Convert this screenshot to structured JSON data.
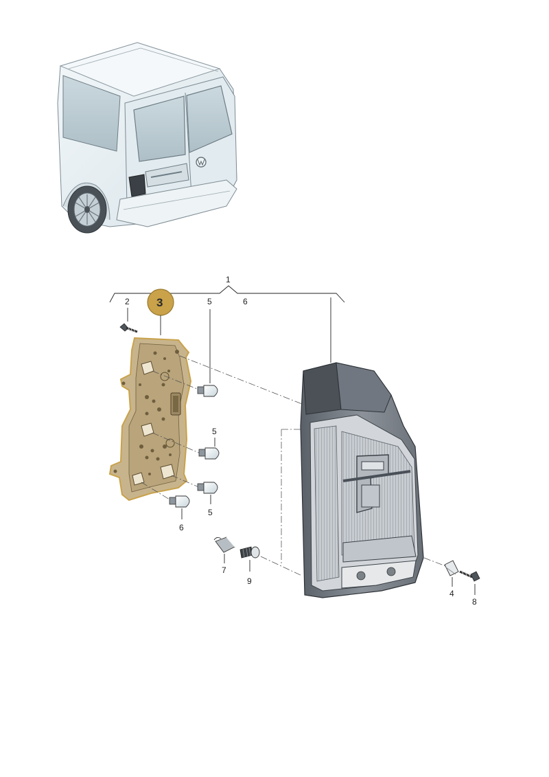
{
  "callouts": {
    "group": "1",
    "screw_top": "2",
    "bulb_holder": "3",
    "bulb_a": "5",
    "bulb_b": "5",
    "bulb_c": "5",
    "bulb_d": "6",
    "bulb_e": "6",
    "clip": "4",
    "screw_right": "8",
    "socket_bulb": "7",
    "stud": "9"
  },
  "colors": {
    "highlight": "#c9a24a",
    "highlight_fill": "#c8b48c",
    "line": "#222222",
    "van_tint": "#e4edf1"
  }
}
